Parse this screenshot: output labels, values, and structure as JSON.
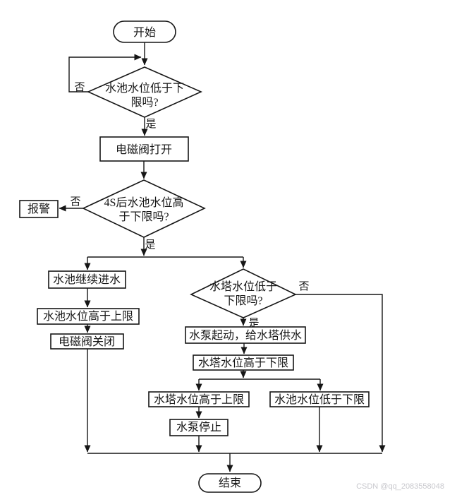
{
  "flowchart": {
    "nodes": {
      "start": "开始",
      "decision_pool_low_l1": "水池水位低于下",
      "decision_pool_low_l2": "限吗?",
      "valve_open": "电磁阀打开",
      "decision_4s_l1": "4S后水池水位高",
      "decision_4s_l2": "于下限吗?",
      "alarm": "报警",
      "pool_keep_filling": "水池继续进水",
      "pool_above_high": "水池水位高于上限",
      "valve_close": "电磁阀关闭",
      "decision_tower_low_l1": "水塔水位低于",
      "decision_tower_low_l2": "下限吗?",
      "pump_start": "水泵起动，给水塔供水",
      "tower_above_low": "水塔水位高于下限",
      "tower_above_high": "水塔水位高于上限",
      "pool_below_low": "水池水位低于下限",
      "pump_stop": "水泵停止",
      "end": "结束"
    },
    "branch_labels": {
      "pool_low_no": "否",
      "pool_low_yes": "是",
      "after_4s_no": "否",
      "after_4s_yes": "是",
      "tower_low_no": "否",
      "tower_low_yes": "是"
    },
    "colors": {
      "line": "#161616",
      "fill": "#ffffff"
    }
  },
  "watermark": {
    "text": "CSDN @qq_2083558048",
    "color": "#c8c8cd"
  }
}
